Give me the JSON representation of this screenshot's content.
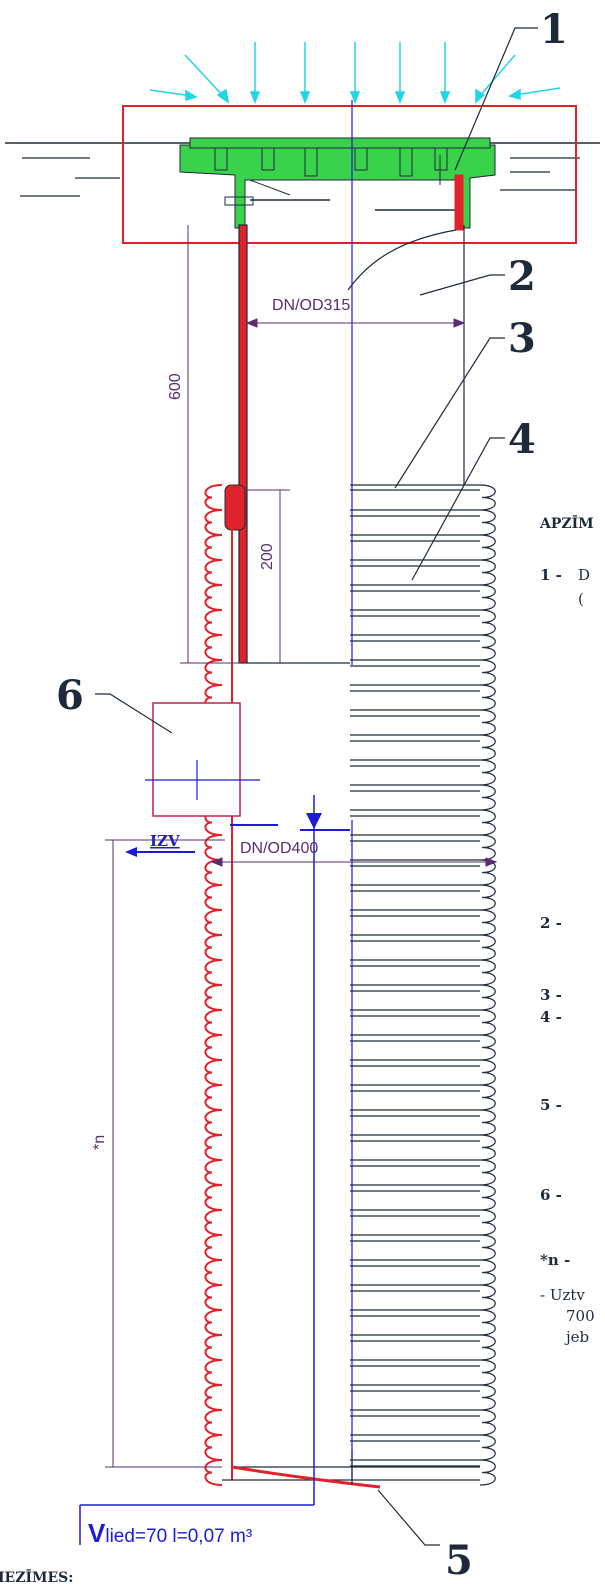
{
  "callouts": [
    "1",
    "2",
    "3",
    "4",
    "5",
    "6"
  ],
  "dimensions": {
    "top_pipe": "DN/OD315",
    "corrugated_pipe": "DN/OD400",
    "height_600": "600",
    "height_200": "200",
    "height_n": "*n"
  },
  "annotations": {
    "izv": "IZV",
    "volume_prefix": "V",
    "volume_rest": "lied=70 l=0,07 m³"
  },
  "notes": {
    "heading": "APZĪM",
    "bottom_heading": "IEZĪMES:",
    "items": [
      {
        "num": "1 -",
        "text": "D"
      },
      {
        "num": "",
        "text": "("
      },
      {
        "num": "2 -",
        "text": ""
      },
      {
        "num": "3 -",
        "text": ""
      },
      {
        "num": "4 -",
        "text": ""
      },
      {
        "num": "5 -",
        "text": ""
      },
      {
        "num": "6 -",
        "text": ""
      },
      {
        "num": "*n -",
        "text": ""
      }
    ],
    "footnote": [
      "- Uztv",
      "700",
      "jeb"
    ]
  },
  "colors": {
    "outline": "#1e2a3a",
    "red": "#e0222a",
    "green": "#3ad24a",
    "purple": "#5a2d6e",
    "blue": "#1c1cd6",
    "cyan": "#22d4e8"
  }
}
